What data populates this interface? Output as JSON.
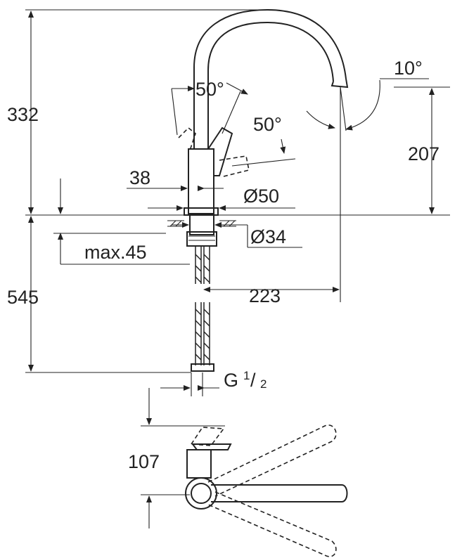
{
  "dimensions": {
    "height_top": "332",
    "height_bottom": "545",
    "spout_height": "207",
    "reach": "223",
    "handle_offset": "38",
    "base_diameter": "Ø50",
    "hole_diameter": "Ø34",
    "max_thickness": "max.45",
    "spout_angle": "10°",
    "lever_angle_left": "50°",
    "lever_angle_right": "50°",
    "thread_g": "G",
    "thread_num": "1",
    "thread_slash": "/",
    "thread_den": "2",
    "top_view_depth": "107"
  },
  "colors": {
    "line": "#222222",
    "background": "#ffffff"
  }
}
